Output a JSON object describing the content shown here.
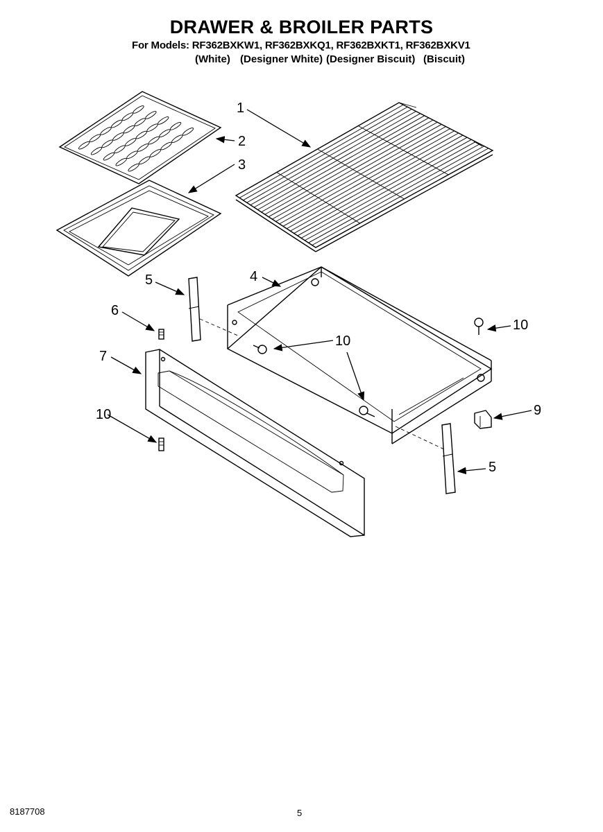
{
  "header": {
    "title": "DRAWER & BROILER PARTS",
    "models": "For Models: RF362BXKW1, RF362BXKQ1, RF362BXKT1, RF362BXKV1",
    "colors": [
      "(White)",
      "(Designer White)",
      "(Designer Biscuit)",
      "(Biscuit)"
    ]
  },
  "callouts": {
    "c1": "1",
    "c2": "2",
    "c3": "3",
    "c4": "4",
    "c5a": "5",
    "c5b": "5",
    "c6": "6",
    "c7": "7",
    "c9": "9",
    "c10a": "10",
    "c10b": "10",
    "c10c": "10"
  },
  "footer": {
    "doc_number": "8187708",
    "page_number": "5"
  }
}
